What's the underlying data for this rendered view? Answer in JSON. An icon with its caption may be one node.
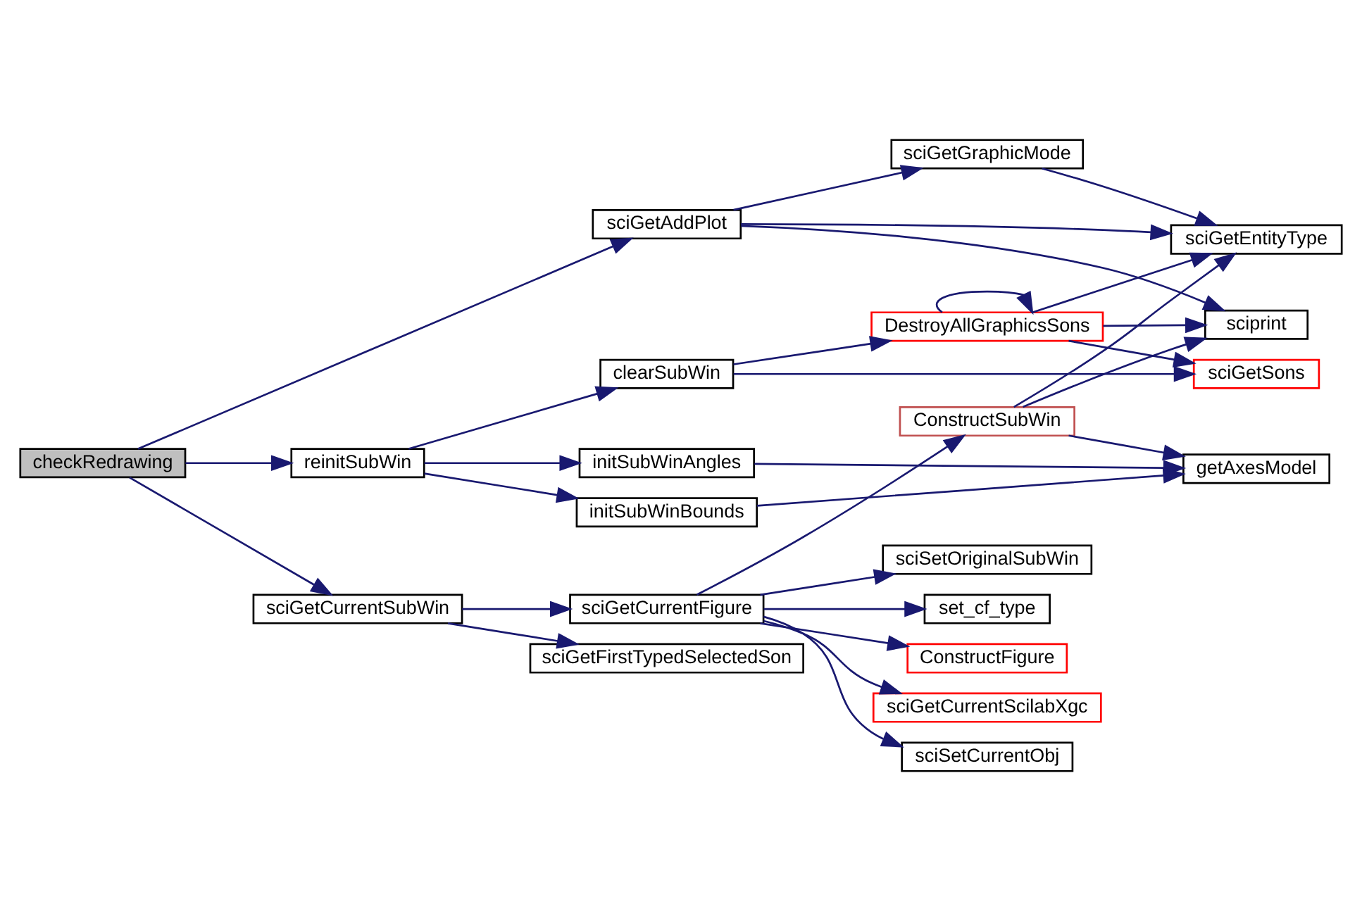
{
  "diagram": {
    "nodes": [
      {
        "text": [
          "checkRedrawing"
        ]
      },
      {
        "text": [
          "sciGetAddPlot"
        ]
      },
      {
        "text": [
          "sciGetGraphicMode"
        ]
      },
      {
        "text": [
          "sciGetEntityType"
        ]
      },
      {
        "text": [
          "sciprint"
        ]
      },
      {
        "text": [
          "reinitSubWin"
        ]
      },
      {
        "text": [
          "clearSubWin"
        ]
      },
      {
        "text": [
          "DestroyAllGraphicsSons"
        ]
      },
      {
        "text": [
          "sciGetSons"
        ]
      },
      {
        "text": [
          "initSubWinAngles"
        ]
      },
      {
        "text": [
          "initSubWinBounds"
        ]
      },
      {
        "text": [
          "getAxesModel"
        ]
      },
      {
        "text": [
          "sciGetCurrentSubWin"
        ]
      },
      {
        "text": [
          "sciGetCurrentFigure"
        ]
      },
      {
        "text": [
          "ConstructSubWin"
        ]
      },
      {
        "text": [
          "set_cf_type"
        ]
      },
      {
        "text": [
          "ConstructFigure"
        ]
      },
      {
        "text": [
          "sciGetCurrentScilabXgc"
        ]
      },
      {
        "text": [
          "sciSetCurrentObj"
        ]
      },
      {
        "text": [
          "sciSetOriginalSubWin"
        ]
      },
      {
        "text": [
          "sciGetFirstTypedSelectedSon"
        ]
      }
    ],
    "edges": [
      {
        "from": 0,
        "to": 1,
        "arrow": "to"
      },
      {
        "from": 0,
        "to": 5,
        "arrow": "to"
      },
      {
        "from": 0,
        "to": 12,
        "arrow": "to"
      },
      {
        "from": 1,
        "to": 2,
        "arrow": "to"
      },
      {
        "from": 1,
        "to": 3,
        "arrow": "to"
      },
      {
        "from": 1,
        "to": 4,
        "arrow": "to"
      },
      {
        "from": 2,
        "to": 3,
        "arrow": "to"
      },
      {
        "from": 5,
        "to": 6,
        "arrow": "to"
      },
      {
        "from": 5,
        "to": 9,
        "arrow": "to"
      },
      {
        "from": 5,
        "to": 10,
        "arrow": "to"
      },
      {
        "from": 6,
        "to": 7,
        "arrow": "to"
      },
      {
        "from": 6,
        "to": 8,
        "arrow": "to"
      },
      {
        "from": 7,
        "to": 7,
        "arrow": "to"
      },
      {
        "from": 7,
        "to": 3,
        "arrow": "to"
      },
      {
        "from": 7,
        "to": 4,
        "arrow": "to"
      },
      {
        "from": 7,
        "to": 8,
        "arrow": "to"
      },
      {
        "from": 9,
        "to": 11,
        "arrow": "to"
      },
      {
        "from": 10,
        "to": 11,
        "arrow": "to"
      },
      {
        "from": 12,
        "to": 13,
        "arrow": "to"
      },
      {
        "from": 12,
        "to": 20,
        "arrow": "to"
      },
      {
        "from": 13,
        "to": 14,
        "arrow": "to"
      },
      {
        "from": 13,
        "to": 15,
        "arrow": "to"
      },
      {
        "from": 13,
        "to": 16,
        "arrow": "to"
      },
      {
        "from": 13,
        "to": 17,
        "arrow": "to"
      },
      {
        "from": 13,
        "to": 18,
        "arrow": "to"
      },
      {
        "from": 13,
        "to": 19,
        "arrow": "to"
      },
      {
        "from": 14,
        "to": 3,
        "arrow": "to"
      },
      {
        "from": 14,
        "to": 4,
        "arrow": "to"
      },
      {
        "from": 14,
        "to": 11,
        "arrow": "to"
      }
    ]
  }
}
